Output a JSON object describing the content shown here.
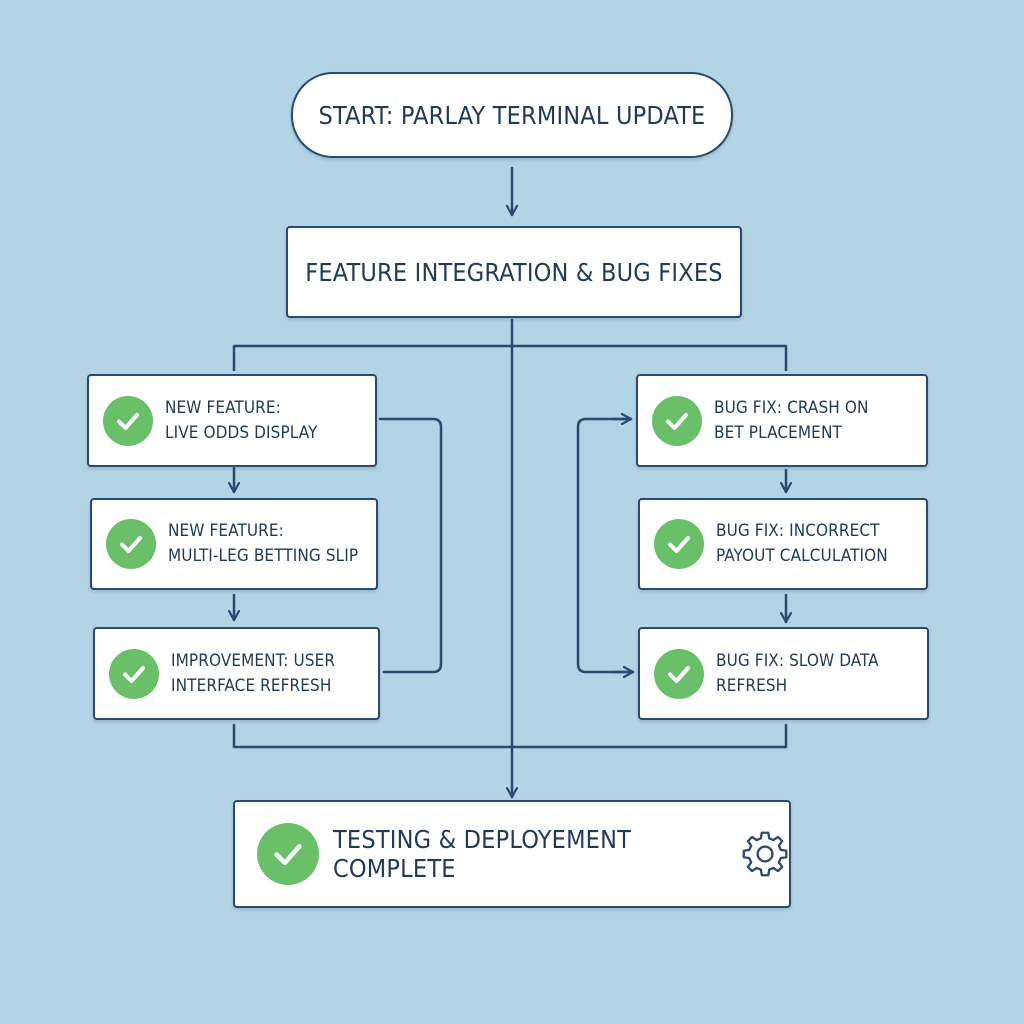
{
  "start": {
    "label": "START: PARLAY TERMINAL UPDATE"
  },
  "integration": {
    "label": "FEATURE INTEGRATION & BUG FIXES"
  },
  "features": [
    {
      "line1": "NEW FEATURE:",
      "line2": "LIVE ODDS DISPLAY"
    },
    {
      "line1": "NEW FEATURE:",
      "line2": "MULTI-LEG BETTING SLIP"
    },
    {
      "line1": "IMPROVEMENT: USER",
      "line2": "INTERFACE REFRESH"
    }
  ],
  "bugfixes": [
    {
      "line1": "BUG FIX: CRASH ON",
      "line2": "BET PLACEMENT"
    },
    {
      "line1": "BUG FIX: INCORRECT",
      "line2": "PAYOUT CALCULATION"
    },
    {
      "line1": "BUG FIX: SLOW DATA",
      "line2": "REFRESH"
    }
  ],
  "final": {
    "label": "TESTING & DEPLOYEMENT COMPLETE"
  },
  "icons": {
    "check": "check-icon",
    "gear": "gear-icon"
  },
  "colors": {
    "background": "#b2d4e5",
    "line": "#2a4a70",
    "text": "#1f3a5a",
    "check": "#6abf69",
    "box": "#ffffff"
  }
}
